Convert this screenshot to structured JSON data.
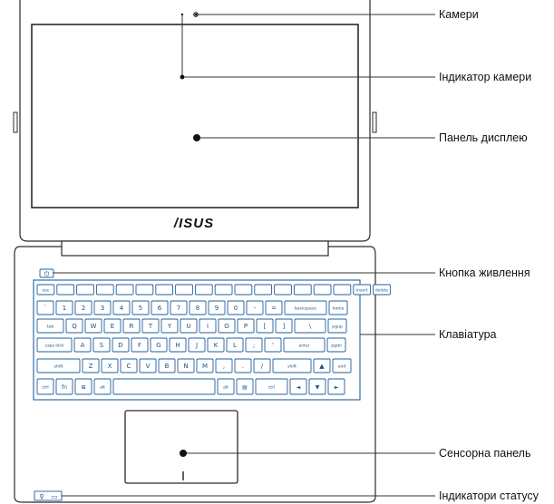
{
  "brand": "/ISUS",
  "callouts": [
    {
      "id": "camera",
      "label": "Камери"
    },
    {
      "id": "camera_indicator",
      "label": "Індикатор камери"
    },
    {
      "id": "display_panel",
      "label": "Панель дисплею"
    },
    {
      "id": "power_button",
      "label": "Кнопка живлення"
    },
    {
      "id": "keyboard",
      "label": "Клавіатура"
    },
    {
      "id": "touchpad",
      "label": "Сенсорна панель"
    },
    {
      "id": "status_indicators",
      "label": "Індикатори статусу"
    }
  ],
  "keyboard": {
    "row1": [
      "esc",
      "",
      "",
      "",
      "",
      "",
      "",
      "",
      "",
      "",
      "",
      "",
      "",
      "",
      "",
      "",
      "insert",
      "delete"
    ],
    "row2": [
      "`",
      "1",
      "2",
      "3",
      "4",
      "5",
      "6",
      "7",
      "8",
      "9",
      "0",
      "-",
      "=",
      "backspace",
      "home"
    ],
    "row3": [
      "tab",
      "Q",
      "W",
      "E",
      "R",
      "T",
      "Y",
      "U",
      "I",
      "O",
      "P",
      "[",
      "]",
      "\\",
      "pgup"
    ],
    "row4": [
      "caps lock",
      "A",
      "S",
      "D",
      "F",
      "G",
      "H",
      "J",
      "K",
      "L",
      ";",
      "'",
      "enter",
      "pgdn"
    ],
    "row5": [
      "shift",
      "Z",
      "X",
      "C",
      "V",
      "B",
      "N",
      "M",
      ",",
      ".",
      "/",
      "shift",
      "▲",
      "end"
    ],
    "row6": [
      "ctrl",
      "fn",
      "⊞",
      "alt",
      "",
      "alt",
      "▤",
      "ctrl",
      "◄",
      "▼",
      "►"
    ]
  },
  "colors": {
    "outline": "#2b2b2b",
    "keys": "#1f5f9e",
    "leader": "#333333"
  }
}
